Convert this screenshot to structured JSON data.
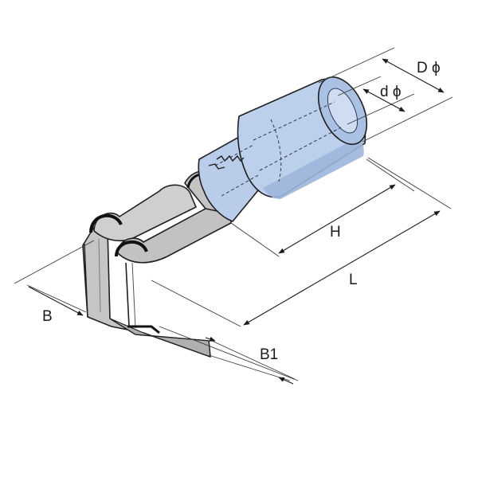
{
  "diagram": {
    "dimensions": {
      "outer_diameter": "D ϕ",
      "inner_diameter": "d ϕ",
      "sleeve_length": "H",
      "total_length": "L",
      "tab_width": "B",
      "tab_thickness": "B1"
    },
    "colors": {
      "insulation_sleeve": "#b9cdea",
      "insulation_shade": "#8fa9d2",
      "metal_body": "#c9c9c9",
      "metal_shade": "#a9a9a9",
      "outline": "#1f1f1f"
    }
  }
}
